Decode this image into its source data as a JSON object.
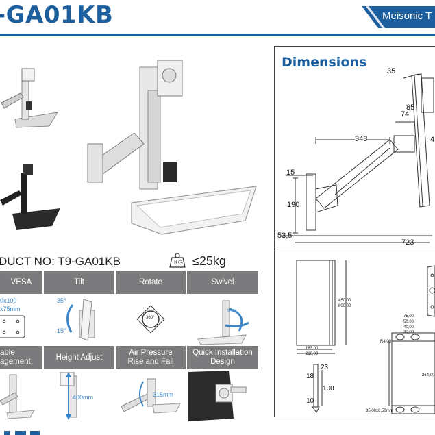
{
  "header": {
    "title": "-GA01KB",
    "brand": "Meisonic T"
  },
  "product": {
    "label": "DUCT NO:  T9-GA01KB",
    "load_icon_label": "KG",
    "load": "≤25kg"
  },
  "features_row1": {
    "headers": [
      "VESA",
      "Tilt",
      "Rotate",
      "Swivel"
    ],
    "vesa_values": [
      "0x100",
      "x75mm"
    ],
    "tilt_values": [
      "35°",
      "15°"
    ],
    "rotate_value": "360°",
    "swivel_value": "180°"
  },
  "features_row2": {
    "headers": [
      "able\nagement",
      "Height Adjust",
      "Air Pressure\nRise and Fall",
      "Quick Installation\nDesign"
    ],
    "height_value": "400mm",
    "air_value": "315mm"
  },
  "dimensions": {
    "title": "Dimensions",
    "labels": {
      "d35": "35",
      "d85": "85",
      "d74": "74",
      "d348": "348",
      "d4": "4",
      "d15": "15",
      "d190": "190",
      "d53": "53,5",
      "d723": "723"
    },
    "panel": {
      "h1": "450,00",
      "h2": "600,00",
      "w1": "183,00",
      "w2": "210,00"
    },
    "bracket": {
      "d23": "23",
      "d18": "18",
      "d100": "100",
      "d10": "10"
    },
    "plate": {
      "top1": "75,00",
      "top2": "50,00",
      "top3": "40,00",
      "top4": "30,00",
      "left": "R4,00",
      "right": "264,00",
      "bottom": "35,00x6,50mm"
    }
  },
  "colors": {
    "accent": "#1d5f9e",
    "header_grey": "#7b7b7d",
    "annotation_blue": "#3b86c8"
  }
}
